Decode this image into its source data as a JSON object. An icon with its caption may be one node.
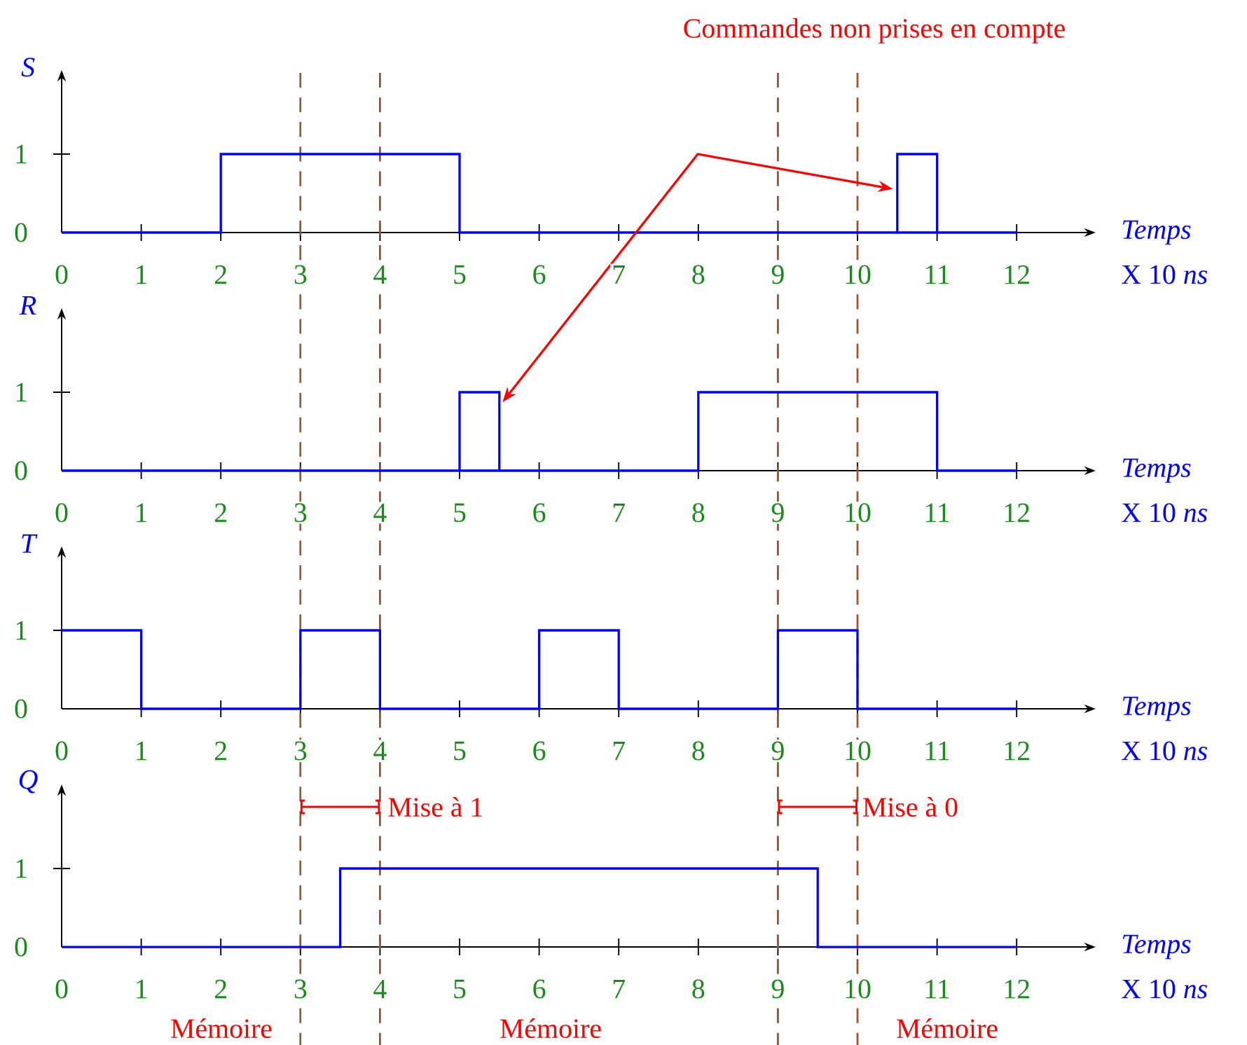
{
  "diagram": {
    "nodes": [
      {
        "text": [],
        "shape": "bar"
      },
      {
        "text": [],
        "shape": "bar"
      }
    ],
    "edges": [
      {
        "from": 1,
        "to": 0,
        "arrow": "both",
        "color": "#ff0000"
      }
    ],
    "labels": [
      "Commandes non prises en compte",
      "S",
      "1",
      "0",
      "0",
      "1",
      "2",
      "3",
      "4",
      "5",
      "6",
      "7",
      "8",
      "9",
      "10",
      "11",
      "12",
      "Temps",
      "X 10 *ns*",
      "R",
      "1",
      "0",
      "0",
      "1",
      "2",
      "3",
      "4",
      "5",
      "6",
      "7",
      "8",
      "9",
      "10",
      "11",
      "12",
      "Temps",
      "X 10 *ns*",
      "T",
      "1",
      "0",
      "0",
      "1",
      "2",
      "3",
      "4",
      "5",
      "6",
      "7",
      "8",
      "9",
      "10",
      "11",
      "12",
      "Temps",
      "X 10 *ns*",
      "Q",
      "1",
      "0",
      "0",
      "1",
      "2",
      "3",
      "4",
      "5",
      "6",
      "7",
      "8",
      "9",
      "10",
      "11",
      "12",
      "Temps",
      "X 10 *ns*",
      "Mise à 1",
      "Mise à 0",
      "Mémoire",
      "Mémoire",
      "Mémoire"
    ]
  }
}
